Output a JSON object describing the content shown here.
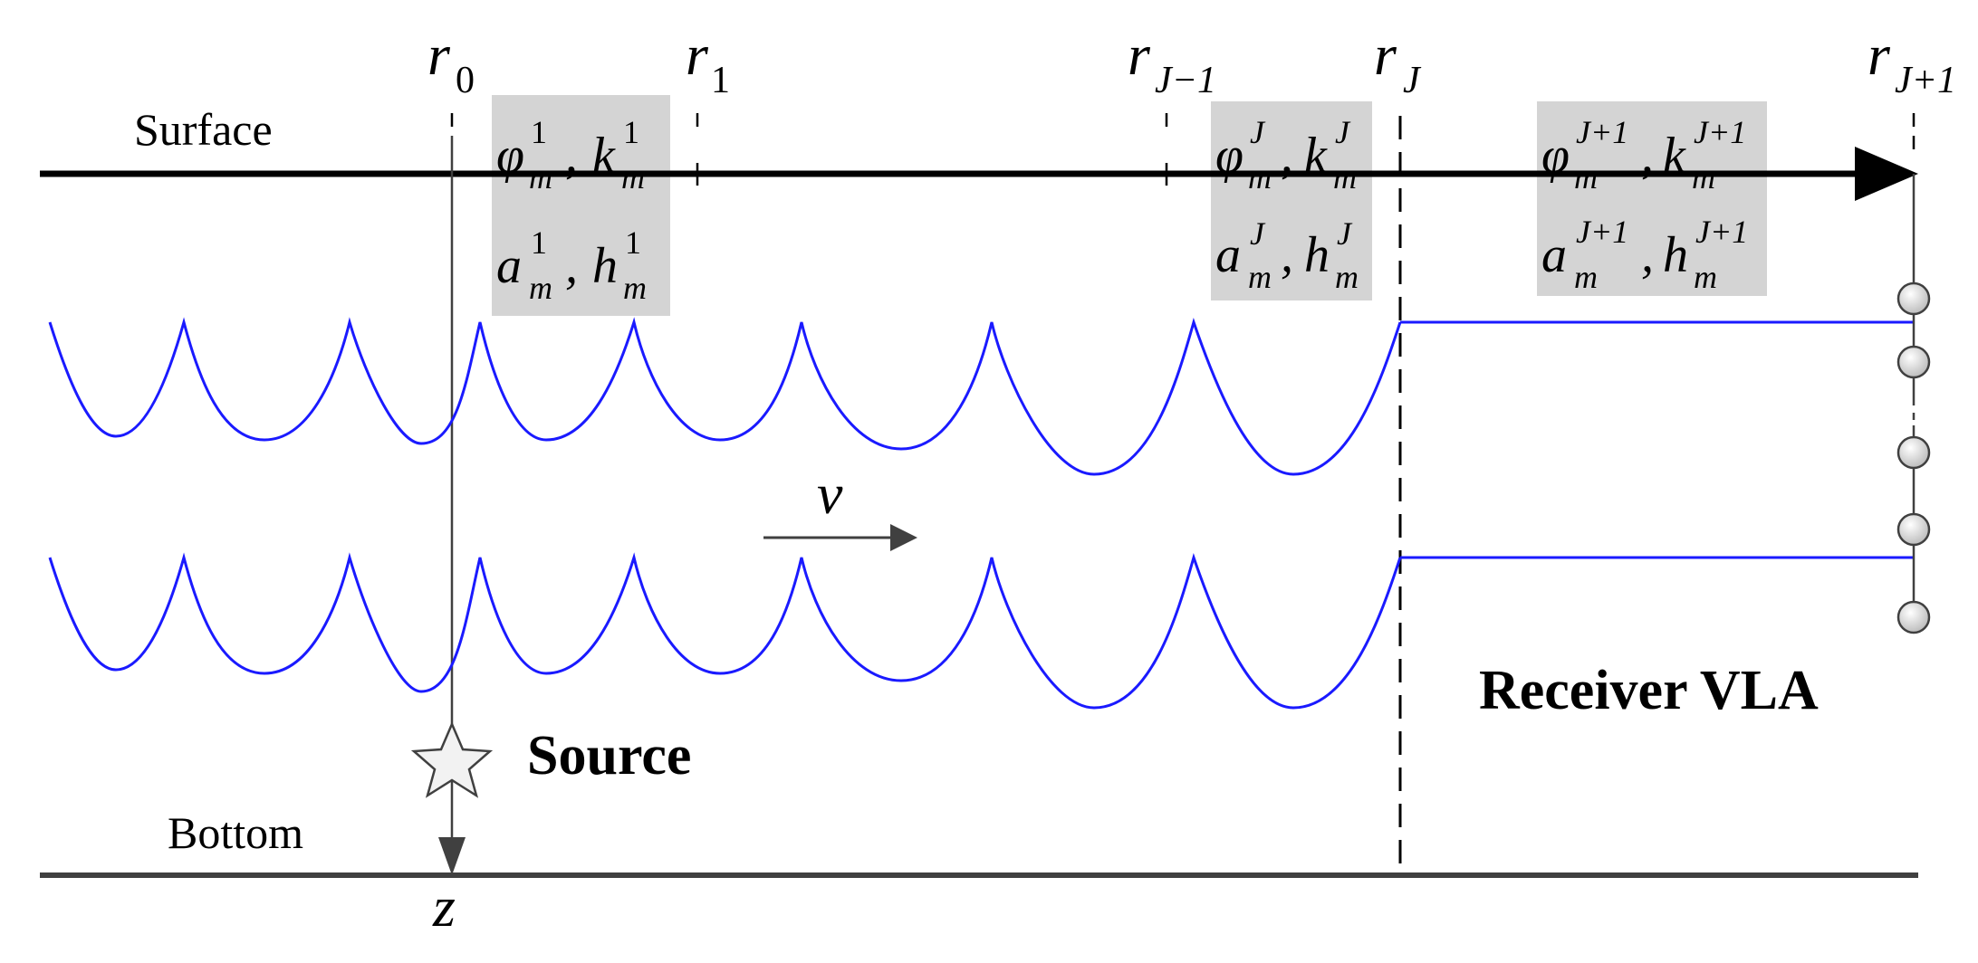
{
  "labels": {
    "surface": "Surface",
    "bottom": "Bottom",
    "source": "Source",
    "receiver": "Receiver VLA",
    "velocity": "v",
    "depth": "z"
  },
  "range_marks": [
    {
      "base": "r",
      "sub": "0"
    },
    {
      "base": "r",
      "sub": "1"
    },
    {
      "base": "r",
      "sub": "J−1"
    },
    {
      "base": "r",
      "sub": "J"
    },
    {
      "base": "r",
      "sub": "J+1"
    }
  ],
  "param_boxes": [
    {
      "sup": "1",
      "line1": [
        "φ",
        "k"
      ],
      "line2": [
        "a",
        "h"
      ],
      "sub": "m"
    },
    {
      "sup": "J",
      "line1": [
        "φ",
        "k"
      ],
      "line2": [
        "a",
        "h"
      ],
      "sub": "m"
    },
    {
      "sup": "J+1",
      "line1": [
        "φ",
        "k"
      ],
      "line2": [
        "a",
        "h"
      ],
      "sub": "m"
    }
  ],
  "colors": {
    "mode_curve": "#1a1aff",
    "box_fill": "#d4d4d4",
    "axis": "#000000",
    "arrow": "#404040"
  }
}
